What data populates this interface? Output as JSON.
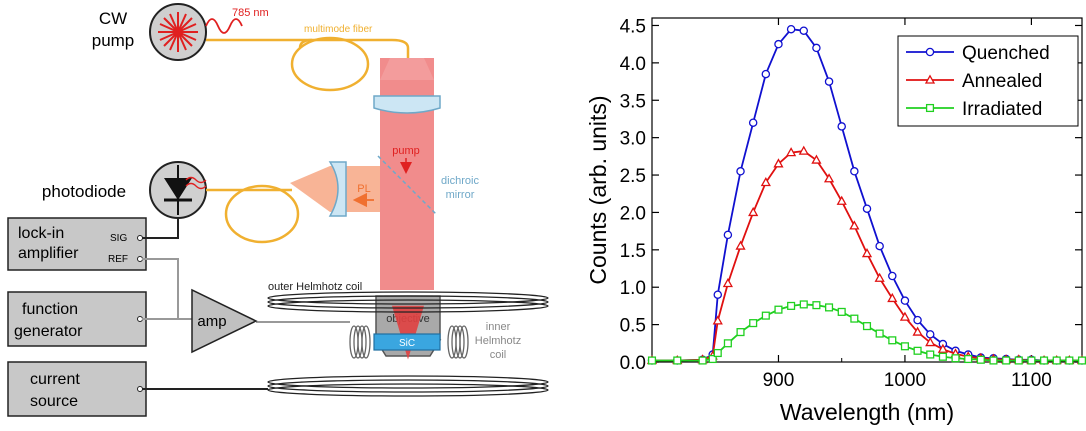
{
  "diagram": {
    "cw_pump": "CW pump",
    "laser_wavelength": "785 nm",
    "multimode_fiber": "multimode fiber",
    "photodiode": "photodiode",
    "lockin": "lock-in amplifier",
    "sig": "SIG",
    "ref": "REF",
    "function_generator": "function generator",
    "current_source": "current source",
    "amp": "amp",
    "pump_arrow": "pump",
    "pl": "PL",
    "dichroic_mirror": "dichroic mirror",
    "objective": "objective",
    "outer_coil": "outer Helmhotz coil",
    "inner_coil": "inner Helmhotz coil",
    "sample": "SiC"
  },
  "chart_data": {
    "type": "line",
    "xlabel": "Wavelength (nm)",
    "ylabel": "Counts (arb. units)",
    "xlim": [
      800,
      1140
    ],
    "ylim": [
      0,
      4.6
    ],
    "xticks": [
      900,
      1000,
      1100
    ],
    "yticks": [
      0.0,
      0.5,
      1.0,
      1.5,
      2.0,
      2.5,
      3.0,
      3.5,
      4.0,
      4.5
    ],
    "ytick_labels": [
      "0.0",
      "0.5",
      "1.0",
      "1.5",
      "2.0",
      "2.5",
      "3.0",
      "3.5",
      "4.0",
      "4.5"
    ],
    "legend_position": "top-right",
    "series": [
      {
        "name": "Quenched",
        "color": "#1010d0",
        "marker": "circle",
        "x": [
          800,
          820,
          840,
          848,
          852,
          860,
          870,
          880,
          890,
          900,
          910,
          920,
          930,
          940,
          950,
          960,
          970,
          980,
          990,
          1000,
          1010,
          1020,
          1030,
          1040,
          1050,
          1060,
          1070,
          1080,
          1090,
          1100,
          1110,
          1120,
          1130,
          1140
        ],
        "y": [
          0.02,
          0.02,
          0.03,
          0.1,
          0.9,
          1.7,
          2.55,
          3.2,
          3.85,
          4.25,
          4.45,
          4.43,
          4.2,
          3.75,
          3.15,
          2.55,
          2.05,
          1.55,
          1.15,
          0.82,
          0.56,
          0.37,
          0.24,
          0.15,
          0.1,
          0.06,
          0.05,
          0.04,
          0.03,
          0.03,
          0.02,
          0.02,
          0.02,
          0.02
        ]
      },
      {
        "name": "Annealed",
        "color": "#e01010",
        "marker": "triangle",
        "x": [
          800,
          820,
          840,
          848,
          852,
          860,
          870,
          880,
          890,
          900,
          910,
          920,
          930,
          940,
          950,
          960,
          970,
          980,
          990,
          1000,
          1010,
          1020,
          1030,
          1040,
          1050,
          1060,
          1070,
          1080,
          1090,
          1100,
          1110,
          1120,
          1130,
          1140
        ],
        "y": [
          0.02,
          0.02,
          0.03,
          0.08,
          0.55,
          1.05,
          1.55,
          2.0,
          2.4,
          2.65,
          2.8,
          2.82,
          2.7,
          2.45,
          2.15,
          1.82,
          1.45,
          1.12,
          0.85,
          0.6,
          0.4,
          0.26,
          0.17,
          0.11,
          0.07,
          0.05,
          0.04,
          0.03,
          0.03,
          0.02,
          0.02,
          0.02,
          0.02,
          0.02
        ]
      },
      {
        "name": "Irradiated",
        "color": "#20d020",
        "marker": "square",
        "x": [
          800,
          820,
          840,
          848,
          852,
          860,
          870,
          880,
          890,
          900,
          910,
          920,
          930,
          940,
          950,
          960,
          970,
          980,
          990,
          1000,
          1010,
          1020,
          1030,
          1040,
          1050,
          1060,
          1070,
          1080,
          1090,
          1100,
          1110,
          1120,
          1130,
          1140
        ],
        "y": [
          0.02,
          0.02,
          0.02,
          0.04,
          0.12,
          0.25,
          0.4,
          0.52,
          0.62,
          0.7,
          0.75,
          0.77,
          0.76,
          0.73,
          0.67,
          0.58,
          0.48,
          0.38,
          0.29,
          0.21,
          0.15,
          0.1,
          0.07,
          0.05,
          0.04,
          0.03,
          0.02,
          0.02,
          0.02,
          0.02,
          0.02,
          0.02,
          0.02,
          0.02
        ]
      }
    ]
  }
}
